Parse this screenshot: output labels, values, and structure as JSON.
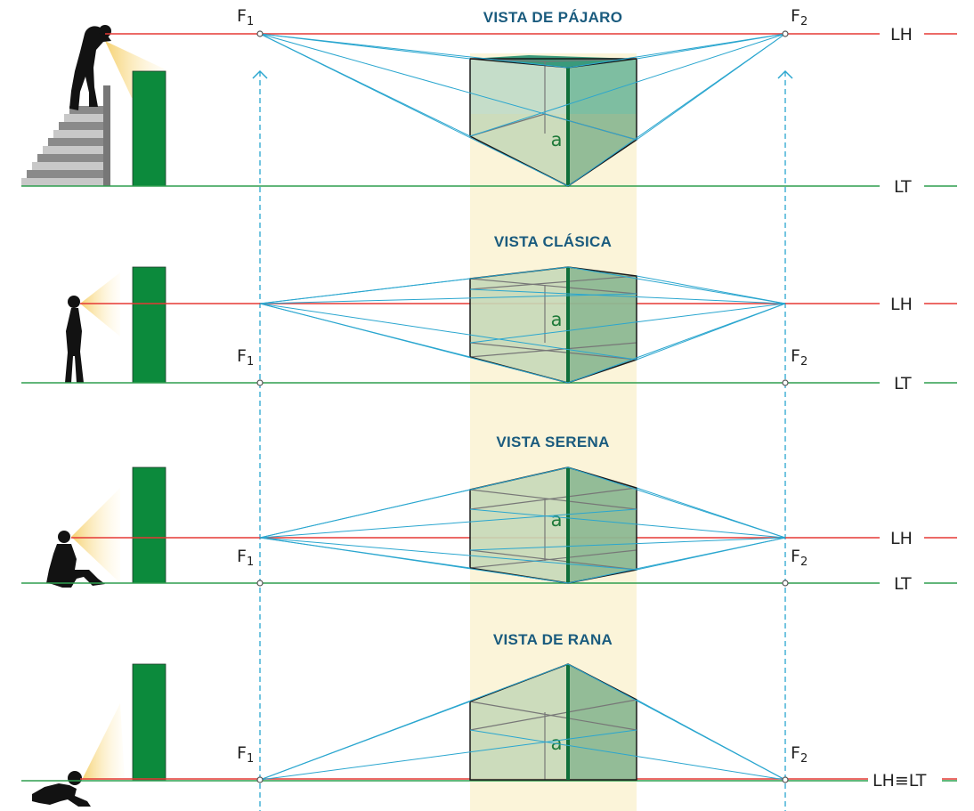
{
  "colors": {
    "horizon": "#e53935",
    "ground": "#2e9e4f",
    "proj": "#2aa6cf",
    "tower": "#0c8a3c",
    "band": "#fbf4d9",
    "edge": "#0f6f3a",
    "title": "#1a5b7e",
    "face_left": "#c6d9b8",
    "face_right": "#8db894",
    "top_face": "#3a9a7b"
  },
  "labels": {
    "f1_letter": "F",
    "f1_index": "1",
    "f2_letter": "F",
    "f2_index": "2",
    "lh": "LH",
    "lt": "LT",
    "lh_lt": "LH≡LT",
    "edge_label": "a"
  },
  "panels": [
    {
      "id": "pajaro",
      "title": "VISTA DE PÁJARO",
      "figure": "person-on-stairs-icon"
    },
    {
      "id": "clasica",
      "title": "VISTA CLÁSICA",
      "figure": "standing-person-icon"
    },
    {
      "id": "serena",
      "title": "VISTA SERENA",
      "figure": "seated-person-icon"
    },
    {
      "id": "rana",
      "title": "VISTA DE RANA",
      "figure": "crawling-baby-icon"
    }
  ]
}
